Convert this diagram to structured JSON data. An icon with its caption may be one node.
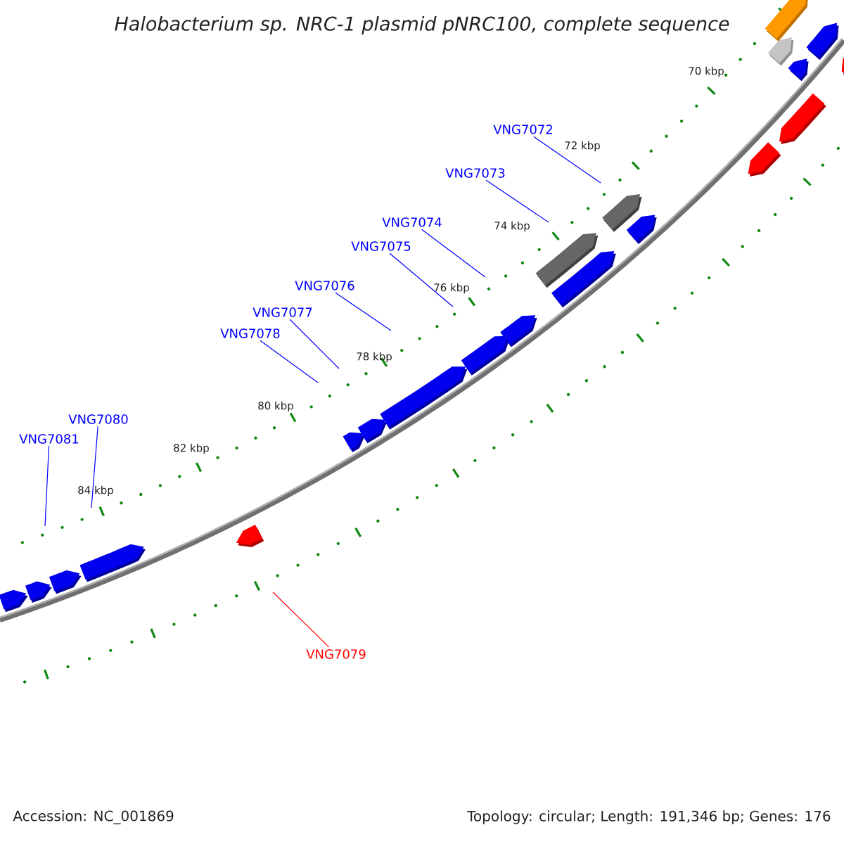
{
  "diagram": {
    "title": "Halobacterium sp. NRC-1 plasmid pNRC100, complete sequence",
    "nodes": [
      {
        "text": [
          "VNG7072"
        ]
      },
      {
        "text": [
          "VNG7073"
        ]
      },
      {
        "text": [
          "VNG7074"
        ]
      },
      {
        "text": [
          "VNG7075"
        ]
      },
      {
        "text": [
          "VNG7076"
        ]
      },
      {
        "text": [
          "VNG7077"
        ]
      },
      {
        "text": [
          "VNG7078"
        ]
      },
      {
        "text": [
          "VNG7080"
        ]
      },
      {
        "text": [
          "VNG7081"
        ]
      },
      {
        "text": [
          "VNG7079"
        ]
      }
    ],
    "edges": [
      {
        "from": 0,
        "to": null,
        "arrow": "none"
      },
      {
        "from": 1,
        "to": null,
        "arrow": "none"
      },
      {
        "from": 2,
        "to": null,
        "arrow": "none"
      },
      {
        "from": 3,
        "to": null,
        "arrow": "none"
      },
      {
        "from": 4,
        "to": null,
        "arrow": "none"
      },
      {
        "from": 5,
        "to": null,
        "arrow": "none"
      },
      {
        "from": 6,
        "to": null,
        "arrow": "none"
      },
      {
        "from": 7,
        "to": null,
        "arrow": "none"
      },
      {
        "from": 8,
        "to": null,
        "arrow": "none"
      },
      {
        "from": 9,
        "to": null,
        "arrow": "none",
        "color": "#ff0000"
      }
    ],
    "labels": [
      "70 kbp",
      "72 kbp",
      "74 kbp",
      "76 kbp",
      "78 kbp",
      "80 kbp",
      "82 kbp",
      "84 kbp",
      "Accession: NC_001869",
      "Topology: circular; Length: 191,346 bp; Genes: 176"
    ]
  }
}
